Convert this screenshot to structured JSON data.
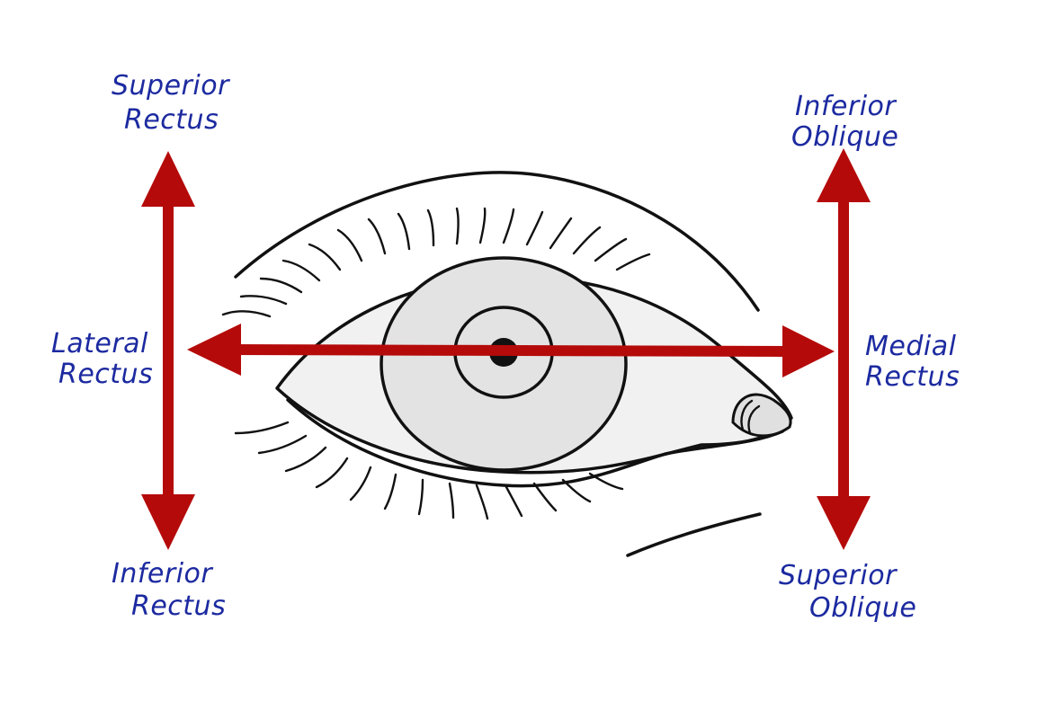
{
  "colors": {
    "arrow": "#b50a0a",
    "label": "#1c2aa0",
    "sclera": "#e3e3e3",
    "line": "#111111"
  },
  "labels": {
    "superior_rectus": [
      "Superior",
      "Rectus"
    ],
    "inferior_rectus": [
      "Inferior",
      "Rectus"
    ],
    "lateral_rectus": [
      "Lateral",
      "Rectus"
    ],
    "medial_rectus": [
      "Medial",
      "Rectus"
    ],
    "inferior_oblique": [
      "Inferior",
      "Oblique"
    ],
    "superior_oblique": [
      "Superior",
      "Oblique"
    ]
  }
}
